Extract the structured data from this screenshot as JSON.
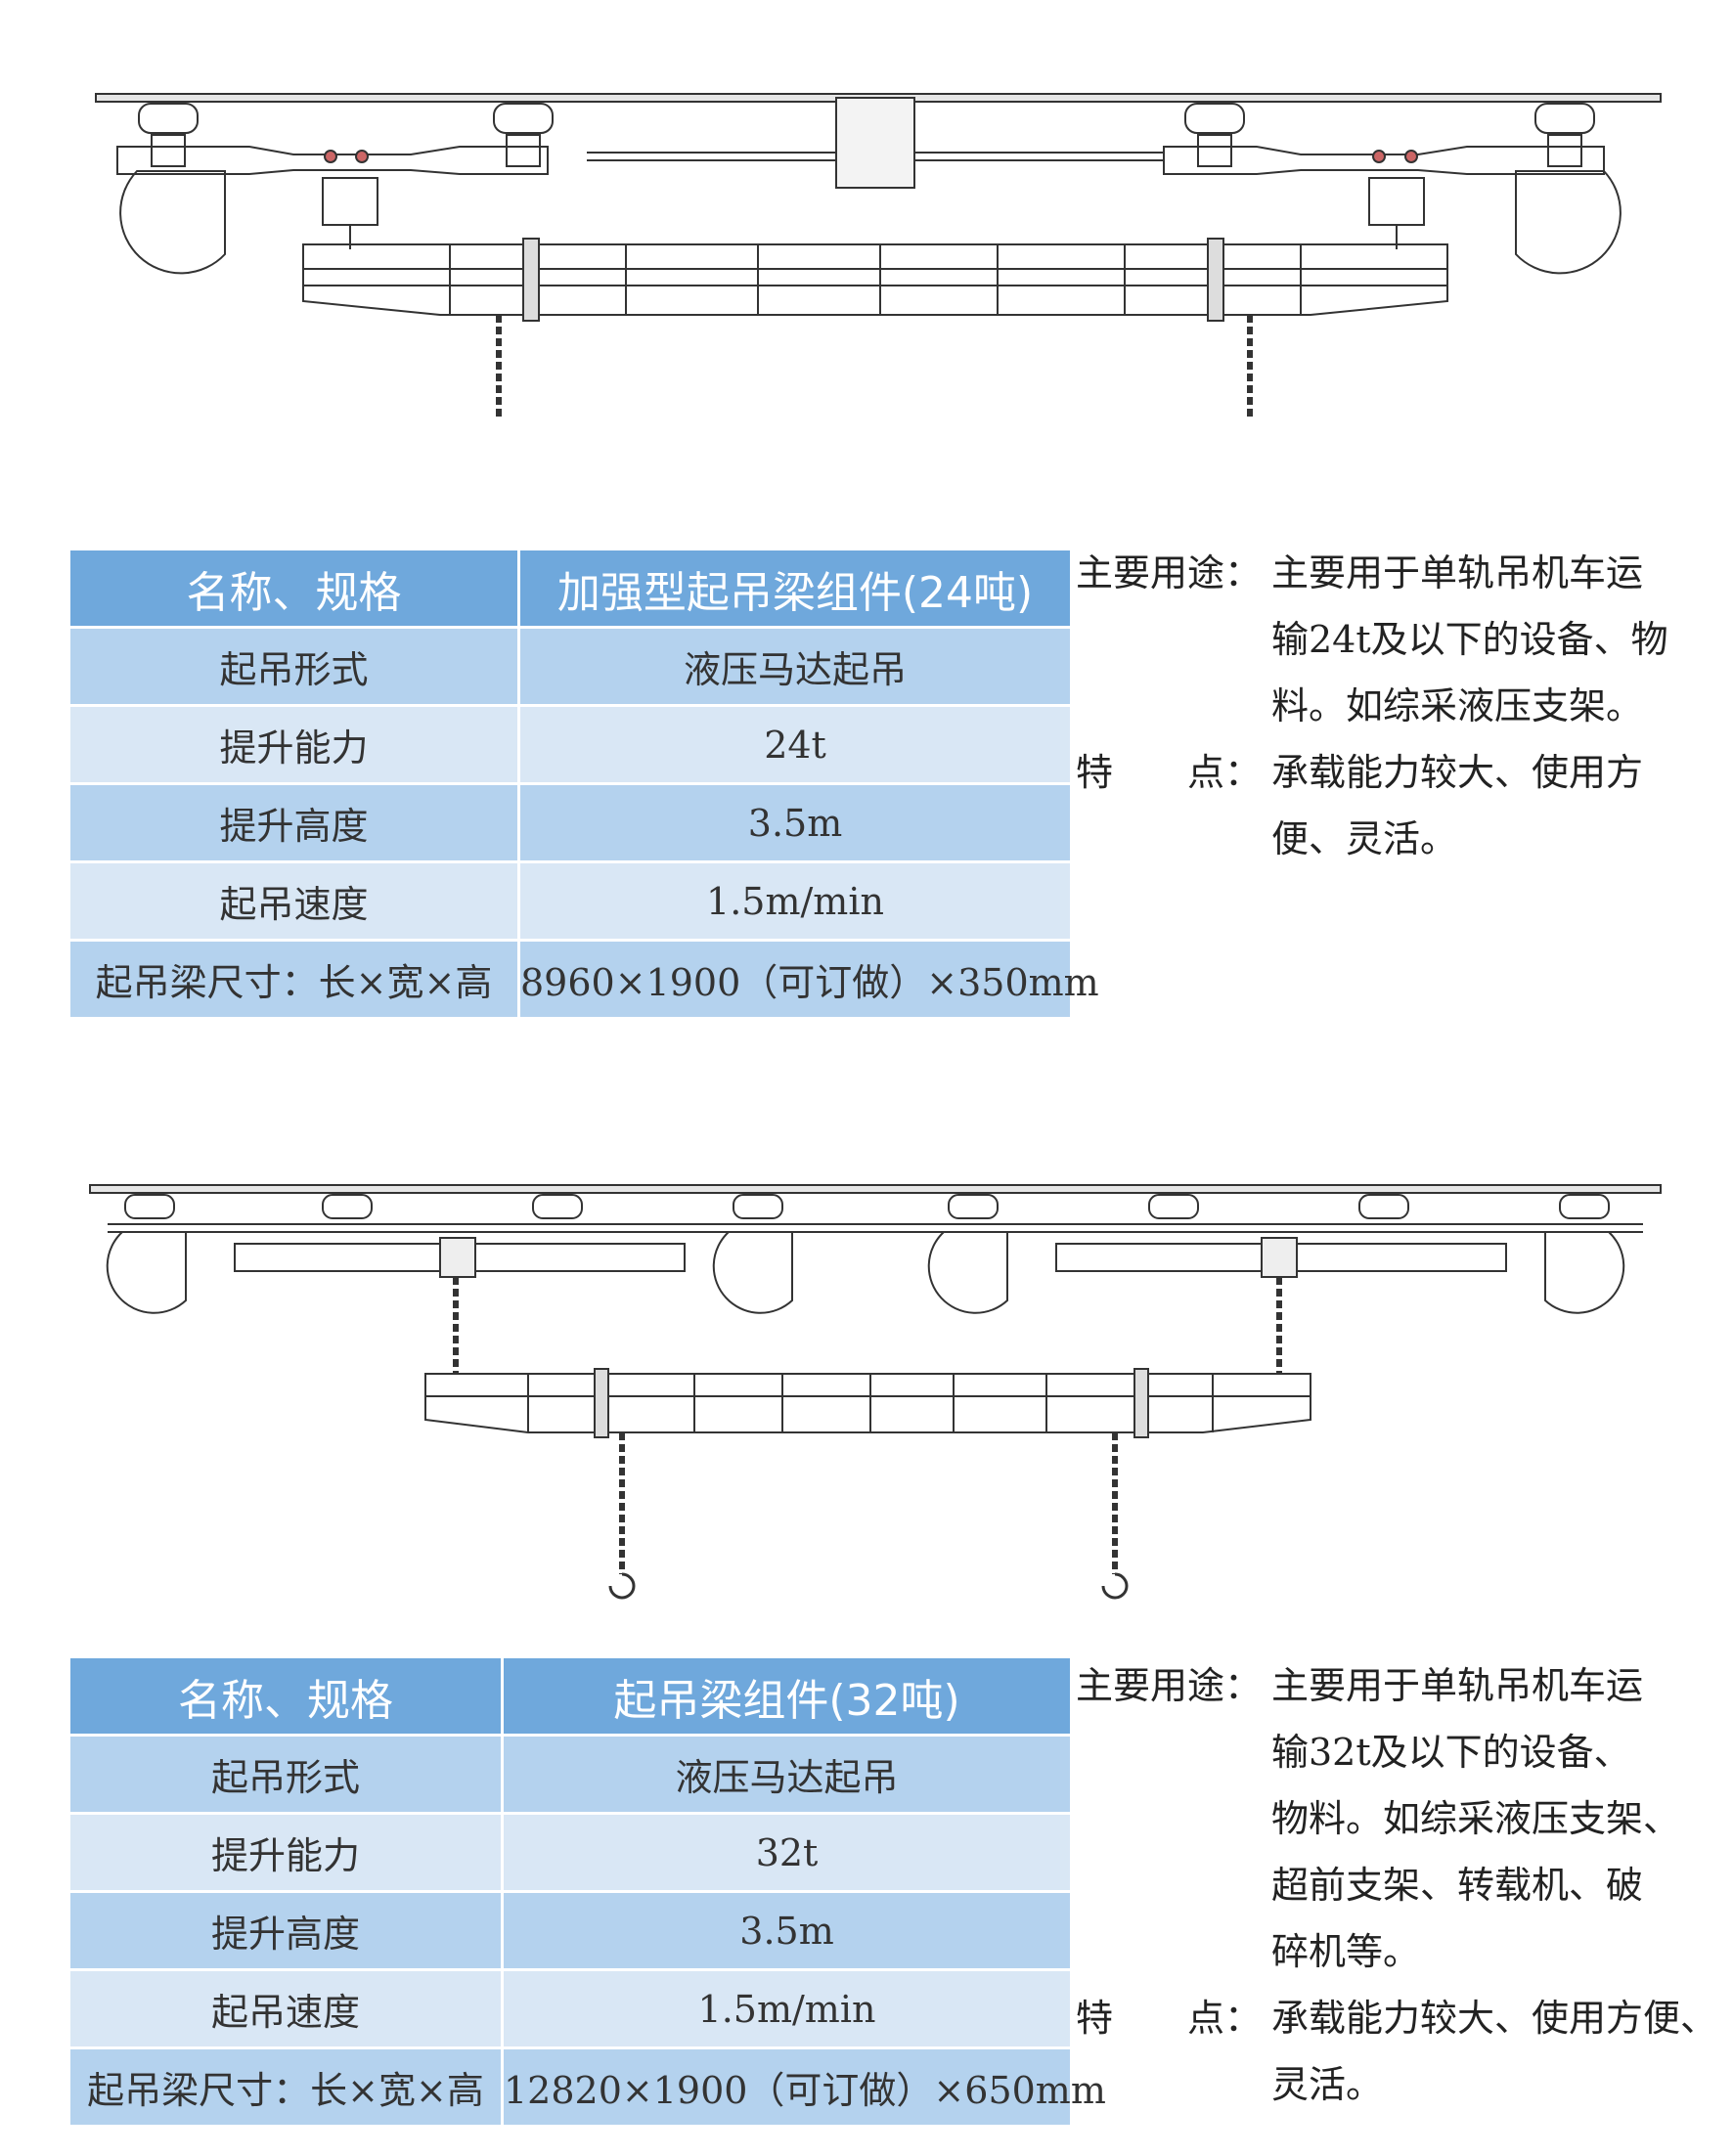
{
  "product1": {
    "table": {
      "header": {
        "label": "名称、规格",
        "value": "加强型起吊梁组件(24吨)"
      },
      "rows": [
        {
          "label": "起吊形式",
          "value": "液压马达起吊"
        },
        {
          "label": "提升能力",
          "value": "24t"
        },
        {
          "label": "提升高度",
          "value": "3.5m"
        },
        {
          "label": "起吊速度",
          "value": "1.5m/min"
        },
        {
          "label": "起吊梁尺寸：长×宽×高",
          "value": "8960×1900（可订做）×350mm"
        }
      ]
    },
    "usage_label": "主要用途：",
    "usage_lines": [
      "主要用于单轨吊机车运",
      "输24t及以下的设备、物",
      "料。如综采液压支架。"
    ],
    "feature_label": "特　　点：",
    "feature_lines": [
      "承载能力较大、使用方",
      "便、灵活。"
    ]
  },
  "product2": {
    "table": {
      "header": {
        "label": "名称、规格",
        "value": "起吊梁组件(32吨)"
      },
      "rows": [
        {
          "label": "起吊形式",
          "value": "液压马达起吊"
        },
        {
          "label": "提升能力",
          "value": "32t"
        },
        {
          "label": "提升高度",
          "value": "3.5m"
        },
        {
          "label": "起吊速度",
          "value": "1.5m/min"
        },
        {
          "label": "起吊梁尺寸：长×宽×高",
          "value": "12820×1900（可订做）×650mm"
        }
      ]
    },
    "usage_label": "主要用途：",
    "usage_lines": [
      "主要用于单轨吊机车运",
      "输32t及以下的设备、",
      "物料。如综采液压支架、",
      "超前支架、转载机、破",
      "碎机等。"
    ],
    "feature_label": "特　　点：",
    "feature_lines": [
      "承载能力较大、使用方便、",
      "灵活。"
    ]
  }
}
